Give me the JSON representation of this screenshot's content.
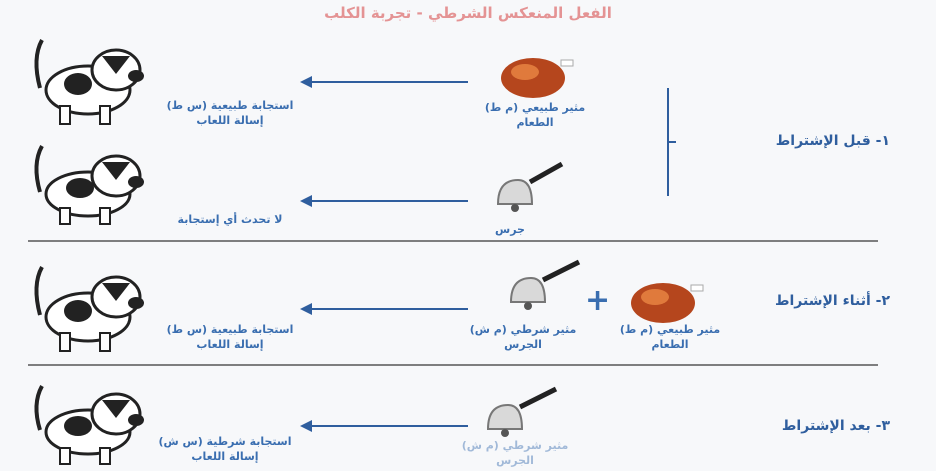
{
  "title": "الفعل المنعكس الشرطي - تجربة الكلب",
  "phases": [
    {
      "label": "١- قبل الإشتراط"
    },
    {
      "label": "٢- أثناء الإشتراط"
    },
    {
      "label": "٣- بعد الإشتراط"
    }
  ],
  "rows": {
    "r1": {
      "stimulus": [
        "مثير طبيعي (م ط)",
        "الطعام"
      ],
      "response": [
        "استجابة طبيعية (س ط)",
        "إسالة اللعاب"
      ]
    },
    "r2": {
      "stimulus": [
        "جرس"
      ],
      "response": [
        "لا تحدث أي إستجابة"
      ]
    },
    "r3": {
      "stimulus_a": [
        "مثير طبيعي (م ط)",
        "الطعام"
      ],
      "plus": "+",
      "stimulus_b": [
        "مثير شرطي (م ش)",
        "الجرس"
      ],
      "response": [
        "استجابة طبيعية (س ط)",
        "إسالة اللعاب"
      ]
    },
    "r4": {
      "stimulus": [
        "مثير شرطي (م ش)",
        "الجرس"
      ],
      "response": [
        "استجابة شرطية (س ش)",
        "إسالة اللعاب"
      ]
    }
  },
  "colors": {
    "text": "#3a6eb0",
    "arrow": "#2f5e9e",
    "title": "#e07b7b",
    "food": "#b5461d",
    "bell": "#c9c9c9"
  },
  "icons": [
    "dog-icon",
    "food-icon",
    "bell-icon",
    "arrow-icon"
  ]
}
